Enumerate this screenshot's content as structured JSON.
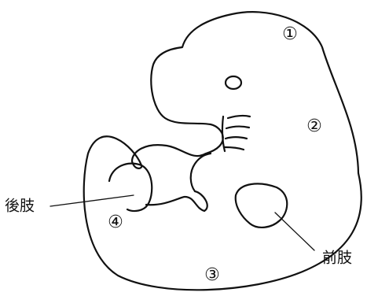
{
  "regions": [
    {
      "id": "region-1",
      "marker": "①"
    },
    {
      "id": "region-2",
      "marker": "②"
    },
    {
      "id": "region-3",
      "marker": "③"
    },
    {
      "id": "region-4",
      "marker": "④"
    }
  ],
  "labels": {
    "hindlimb": "後肢",
    "forelimb": "前肢"
  }
}
